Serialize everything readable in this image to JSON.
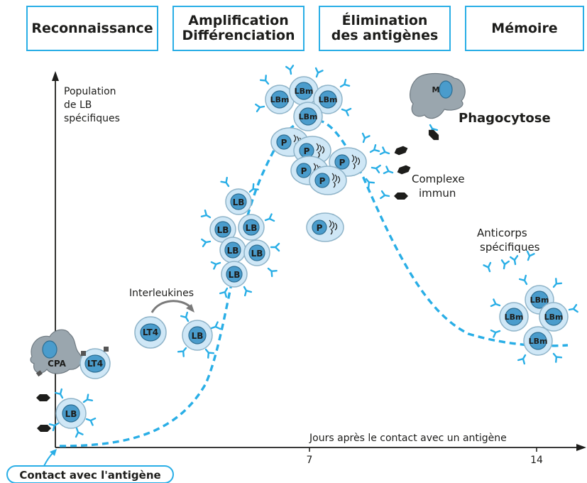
{
  "phases": {
    "reconnaissance": "Reconnaissance",
    "amplification_1": "Amplification",
    "amplification_2": "Différenciation",
    "elimination_1": "Élimination",
    "elimination_2": "des antigènes",
    "memoire": "Mémoire"
  },
  "axes": {
    "ylabel_1": "Population",
    "ylabel_2": "de LB",
    "ylabel_3": "spécifiques",
    "xlabel": "Jours après le contact avec un antigène",
    "tick_7": "7",
    "tick_14": "14"
  },
  "annotations": {
    "contact": "Contact avec l'antigène",
    "interleukines": "Interleukines",
    "phagocytose": "Phagocytose",
    "complexe_1": "Complexe",
    "complexe_2": "immun",
    "anticorps_1": "Anticorps",
    "anticorps_2": "spécifiques"
  },
  "cell_labels": {
    "lb": "LB",
    "lbm": "LBm",
    "lt4": "LT4",
    "cpa": "CPA",
    "p": "P",
    "m": "M"
  },
  "colors": {
    "accent": "#29aee6",
    "cell_fill": "#cfe7f6",
    "nucleus": "#4a9ccc",
    "macrophage": "#9aa6ae",
    "antigen": "#1d1d1b"
  }
}
